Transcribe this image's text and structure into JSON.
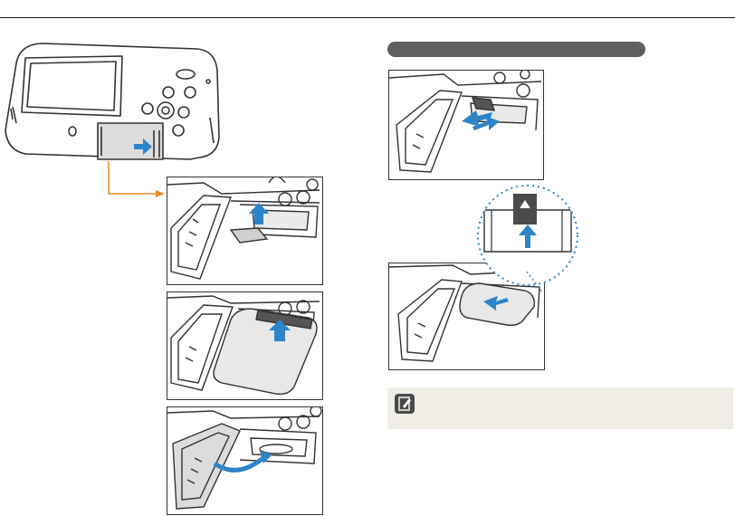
{
  "page": {
    "rule_color": "#1a1a1a",
    "section_bar_color": "#5f5f5f",
    "note_bg": "#f0ece6",
    "accent_orange": "#f08a24",
    "accent_blue": "#2d84c8"
  },
  "illustrations": [
    {
      "id": "camera-back",
      "description_icon": "camera-icon"
    },
    {
      "id": "insert-card",
      "description_icon": "memory-card-icon"
    },
    {
      "id": "insert-battery",
      "description_icon": "battery-icon"
    },
    {
      "id": "close-cover",
      "description_icon": "cover-icon"
    },
    {
      "id": "remove-card",
      "description_icon": "memory-card-icon"
    },
    {
      "id": "battery-lock-detail",
      "description_icon": "lock-lever-icon"
    },
    {
      "id": "remove-battery",
      "description_icon": "battery-icon"
    }
  ],
  "note": {
    "icon": "note-pencil-icon"
  }
}
